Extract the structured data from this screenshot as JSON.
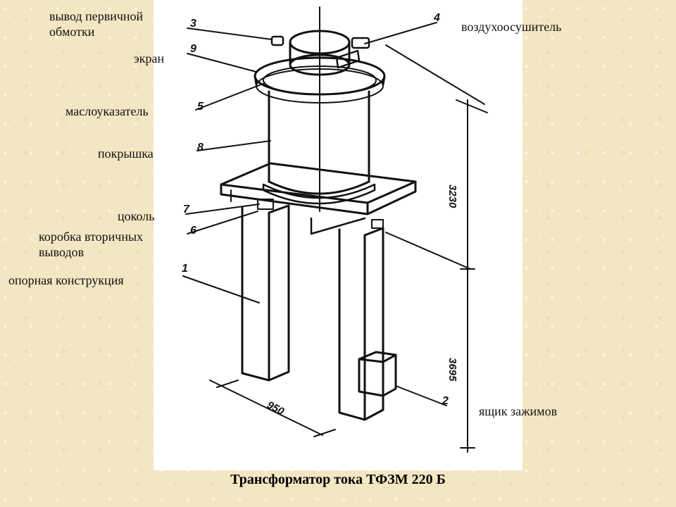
{
  "caption": "Трансформатор тока ТФЗМ 220 Б",
  "labels": {
    "primary_lead": "вывод первичной обмотки",
    "primary_lead_l1": "вывод первичной",
    "primary_lead_l2": "обмотки",
    "screen": "экран",
    "oil_gauge": "маслоуказатель",
    "cover": "покрышка",
    "base": "цоколь",
    "secondary_box_l1": "коробка вторичных",
    "secondary_box_l2": "выводов",
    "support": "опорная конструкция",
    "air_dryer": "воздухоосушитель",
    "terminal_box": "ящик зажимов"
  },
  "callouts": {
    "n3": "3",
    "n9": "9",
    "n5": "5",
    "n8": "8",
    "n7": "7",
    "n6": "6",
    "n1": "1",
    "n4": "4",
    "n2": "2"
  },
  "dimensions": {
    "height_upper": "3230",
    "height_lower": "3695",
    "width": "950"
  }
}
